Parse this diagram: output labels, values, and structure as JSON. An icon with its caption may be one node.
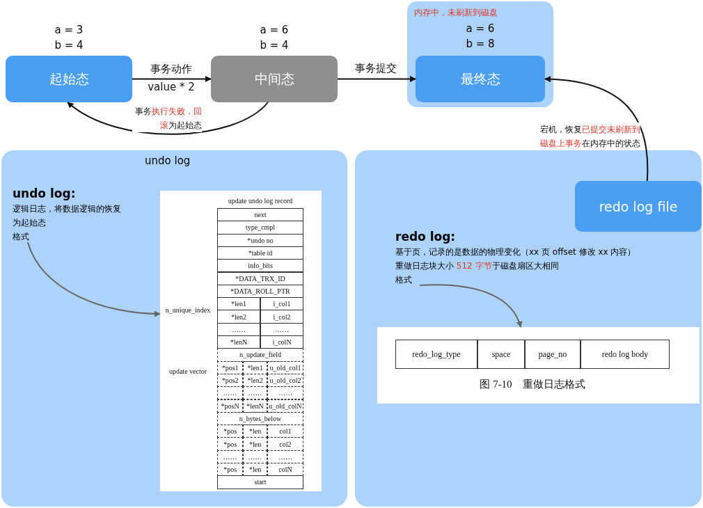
{
  "diagram": {
    "nodes": [
      {
        "text": [
          "起始态"
        ],
        "beside": [
          "a = 3",
          "b = 4"
        ]
      },
      {
        "text": [
          "中间态"
        ],
        "beside": [
          "a = 6",
          "b = 4"
        ]
      },
      {
        "text": [
          "内存中，未刷新到磁盘",
          "a = 6",
          "b = 8"
        ]
      },
      {
        "text": [
          "最终态"
        ],
        "in": 2
      },
      {
        "text": [
          "undo log"
        ]
      },
      {
        "text": [
          "undo log:",
          "逻辑日志，将数据逻辑的恢复为起始态",
          "格式"
        ],
        "in": 4
      },
      {
        "text": [
          "update undo log record",
          "next",
          "type_cmpl",
          "*undo no",
          "*table id",
          "info_bits",
          "*DATA_TRX_ID",
          "*DATA_ROLL_PTR",
          "n_unique_index",
          "*len1",
          "i_col1",
          "*len2",
          "i_col2",
          "……",
          "……",
          "*lenN",
          "i_colN",
          "update vector",
          "n_update_field",
          "*pos1",
          "*len1",
          "u_old_col1",
          "*pos2",
          "*len2",
          "u_old_col2",
          "……",
          "……",
          "……",
          "*posN",
          "*lenN",
          "u_old_colN",
          "n_bytes_below",
          "*pos",
          "*len",
          "col1",
          "*pos",
          "*len",
          "col2",
          "……",
          "……",
          "……",
          "*pos",
          "*len",
          "colN",
          "start"
        ],
        "in": 4
      },
      {
        "text": [],
        "shape": "box"
      },
      {
        "text": [
          "redo log file"
        ],
        "in": 7
      },
      {
        "text": [
          "redo log:",
          "基于页，记录的是数据的物理变化（xx 页 offset 修改 xx 内容）",
          "重做日志块大小 **512 字节**于磁盘扇区大相同",
          "格式"
        ],
        "in": 7
      },
      {
        "text": [
          "redo_log_type",
          "space",
          "page_no",
          "redo log body",
          "图 7-10　重做日志格式"
        ],
        "in": 7
      }
    ],
    "edges": [
      {
        "from": 0,
        "to": 1,
        "arrow": "to",
        "label": "事务动作 value * 2"
      },
      {
        "from": 1,
        "to": 3,
        "arrow": "to",
        "label": "事务提交"
      },
      {
        "from": 1,
        "to": 0,
        "arrow": "to",
        "label": "事务**执行失败，回滚**为起始态"
      },
      {
        "from": 8,
        "to": 3,
        "arrow": "to",
        "label": "宕机，恢复**已提交未刷新到磁盘上事务**在内存中的状态"
      },
      {
        "from": 5,
        "to": 6,
        "arrow": "to",
        "color": "#666666"
      },
      {
        "from": 9,
        "to": 10,
        "arrow": "to",
        "color": "#666666"
      }
    ]
  }
}
